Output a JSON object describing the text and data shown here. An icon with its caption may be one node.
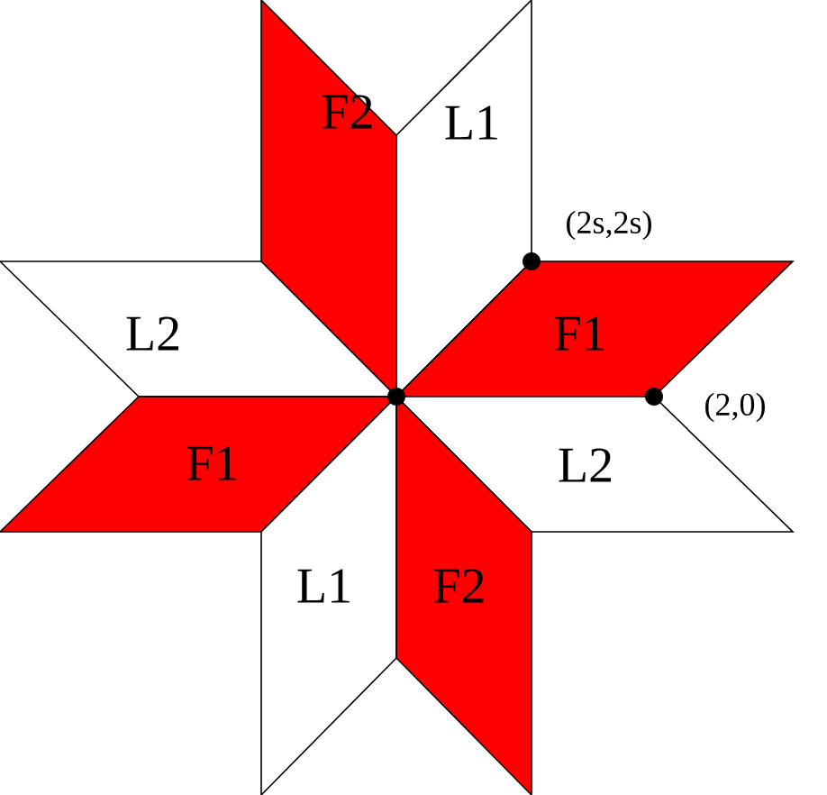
{
  "diagram": {
    "nodes": [
      {
        "text": [
          "F2"
        ]
      },
      {
        "text": [
          "L1"
        ]
      },
      {
        "text": [
          "L2"
        ]
      },
      {
        "text": [
          "F1"
        ]
      },
      {
        "text": [
          "F1"
        ]
      },
      {
        "text": [
          "L2"
        ]
      },
      {
        "text": [
          "L1"
        ]
      },
      {
        "text": [
          "F2"
        ]
      }
    ],
    "labels": [
      "(2s,2s)",
      "(2,0)"
    ]
  }
}
